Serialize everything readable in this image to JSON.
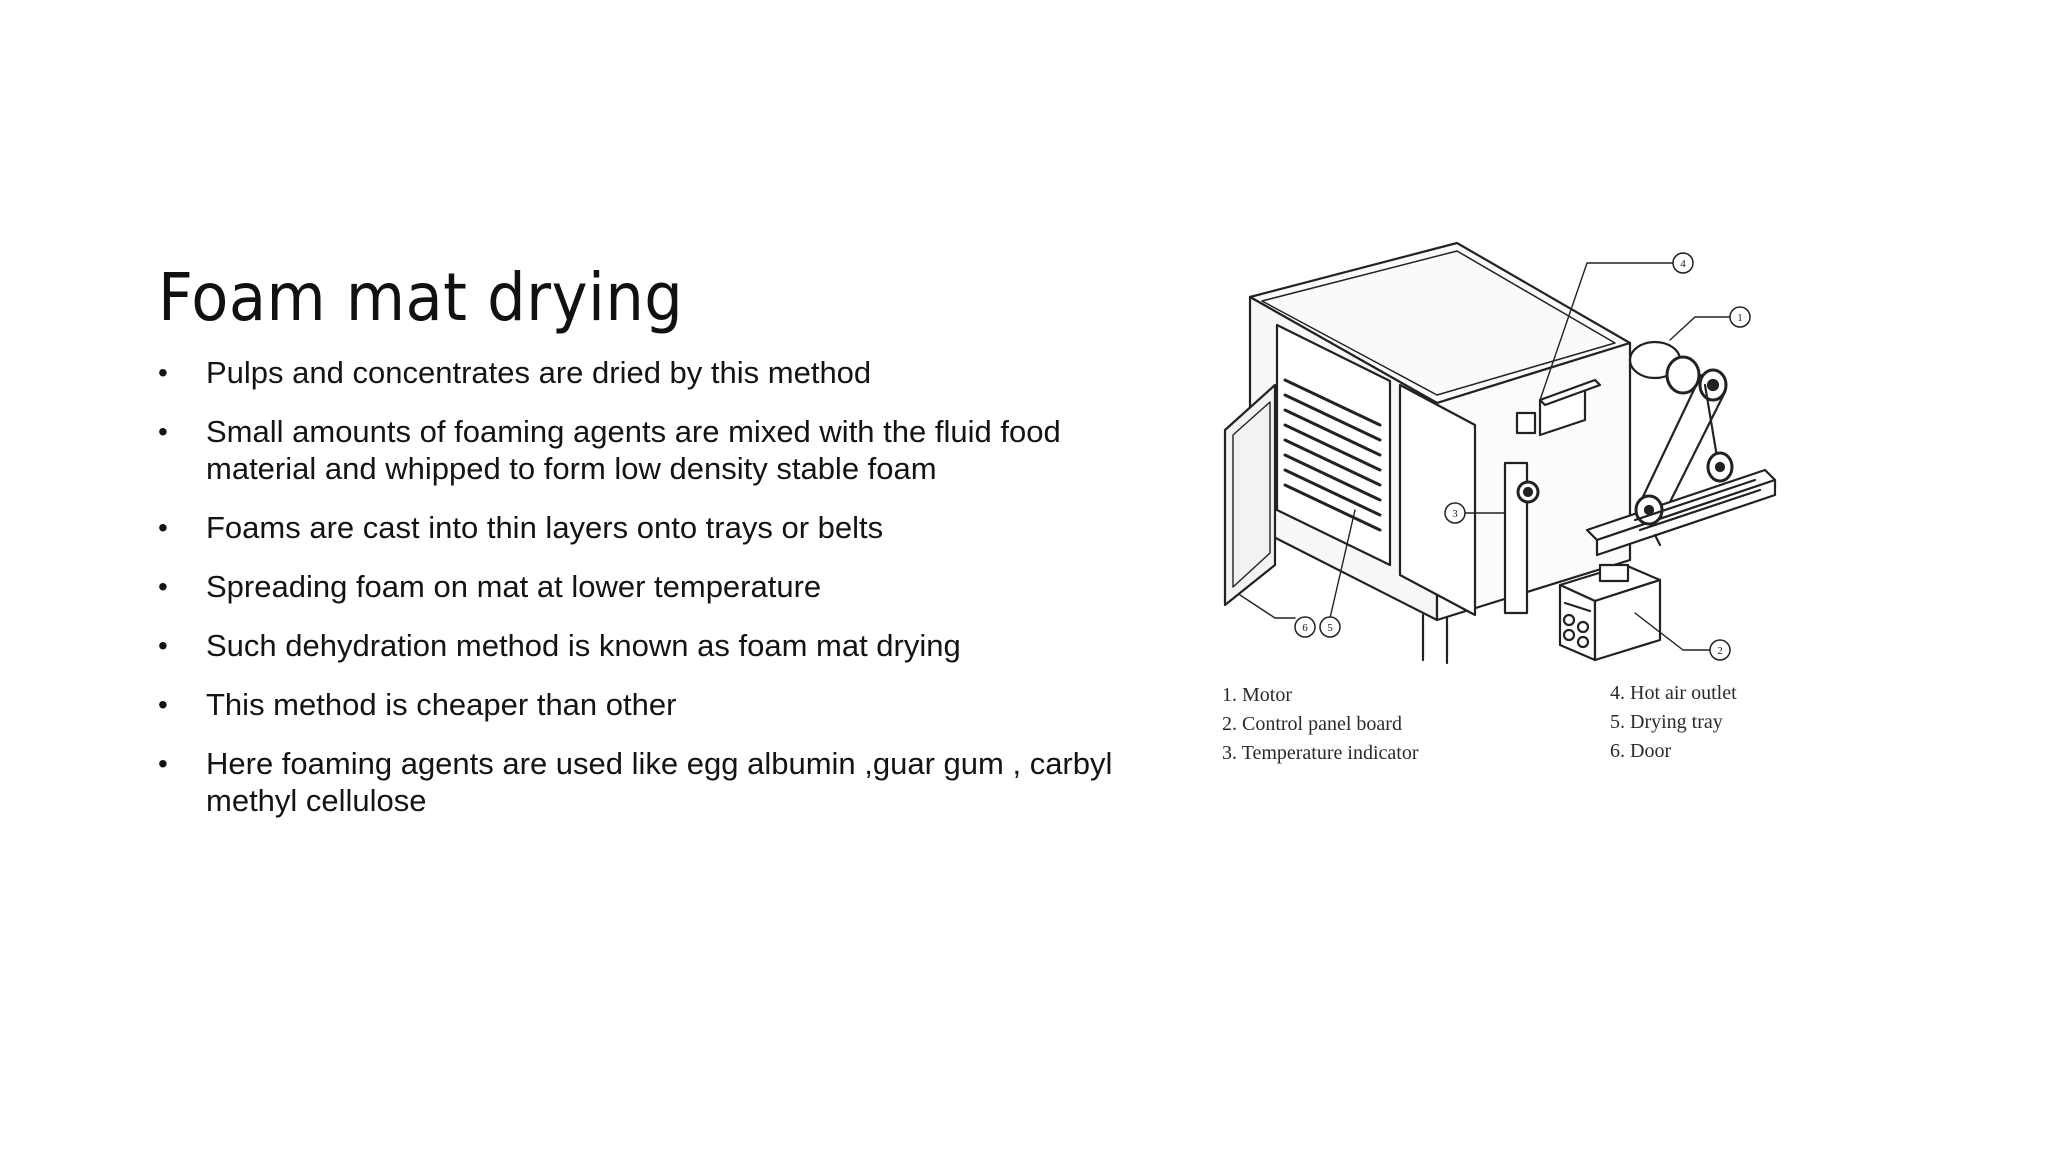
{
  "slide": {
    "title": "Foam mat drying",
    "bullet_symbol": "•",
    "bullets": [
      {
        "text": "Pulps and concentrates are dried by this method"
      },
      {
        "text": "Small amounts of foaming agents are  mixed with the fluid food material and whipped to form low density stable foam"
      },
      {
        "text": "Foams are cast into thin layers onto trays or belts"
      },
      {
        "text": "Spreading foam on mat at lower temperature"
      },
      {
        "text": "Such dehydration  method is known as foam mat drying"
      },
      {
        "text": "This method is cheaper than other"
      },
      {
        "text": "Here foaming agents are used like egg albumin ,guar gum , carbyl methyl cellulose"
      }
    ]
  },
  "figure": {
    "icon": "tray-dryer-diagram",
    "callouts": [
      "1",
      "2",
      "3",
      "4",
      "5",
      "6"
    ],
    "legend_left": [
      "1. Motor",
      "2. Control panel board",
      "3. Temperature indicator"
    ],
    "legend_right": [
      "4. Hot air outlet",
      "5. Drying tray",
      "6. Door"
    ]
  }
}
